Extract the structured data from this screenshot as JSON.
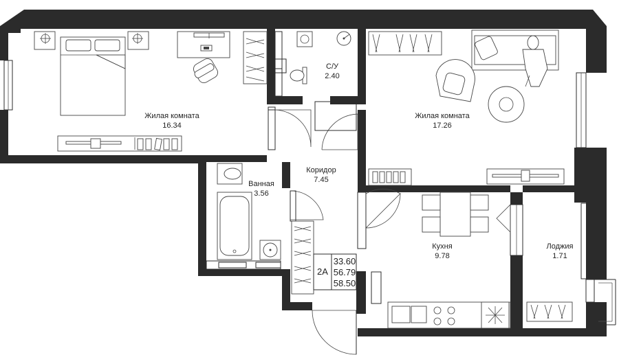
{
  "colors": {
    "wall": "#2b2b2b",
    "background": "#ffffff",
    "furniture_stroke": "#444444"
  },
  "rooms": {
    "living1": {
      "name": "Жилая комната",
      "area": "16.34"
    },
    "wc": {
      "name": "С/У",
      "area": "2.40"
    },
    "living2": {
      "name": "Жилая комната",
      "area": "17.26"
    },
    "corridor": {
      "name": "Коридор",
      "area": "7.45"
    },
    "bath": {
      "name": "Ванная",
      "area": "3.56"
    },
    "kitchen": {
      "name": "Кухня",
      "area": "9.78"
    },
    "loggia": {
      "name": "Лоджия",
      "area": "1.71"
    }
  },
  "apartment": {
    "type": "2А",
    "area_living": "33.60",
    "area_total": "56.79",
    "area_with_loggia": "58.50"
  },
  "icons": [
    "bed-icon",
    "armchair-icon",
    "sofa-icon",
    "toilet-icon",
    "sink-icon",
    "bathtub-icon",
    "stove-icon",
    "dining-table-icon",
    "wardrobe-icon",
    "tv-stand-icon",
    "desk-icon",
    "person-icon",
    "round-rug-icon"
  ]
}
